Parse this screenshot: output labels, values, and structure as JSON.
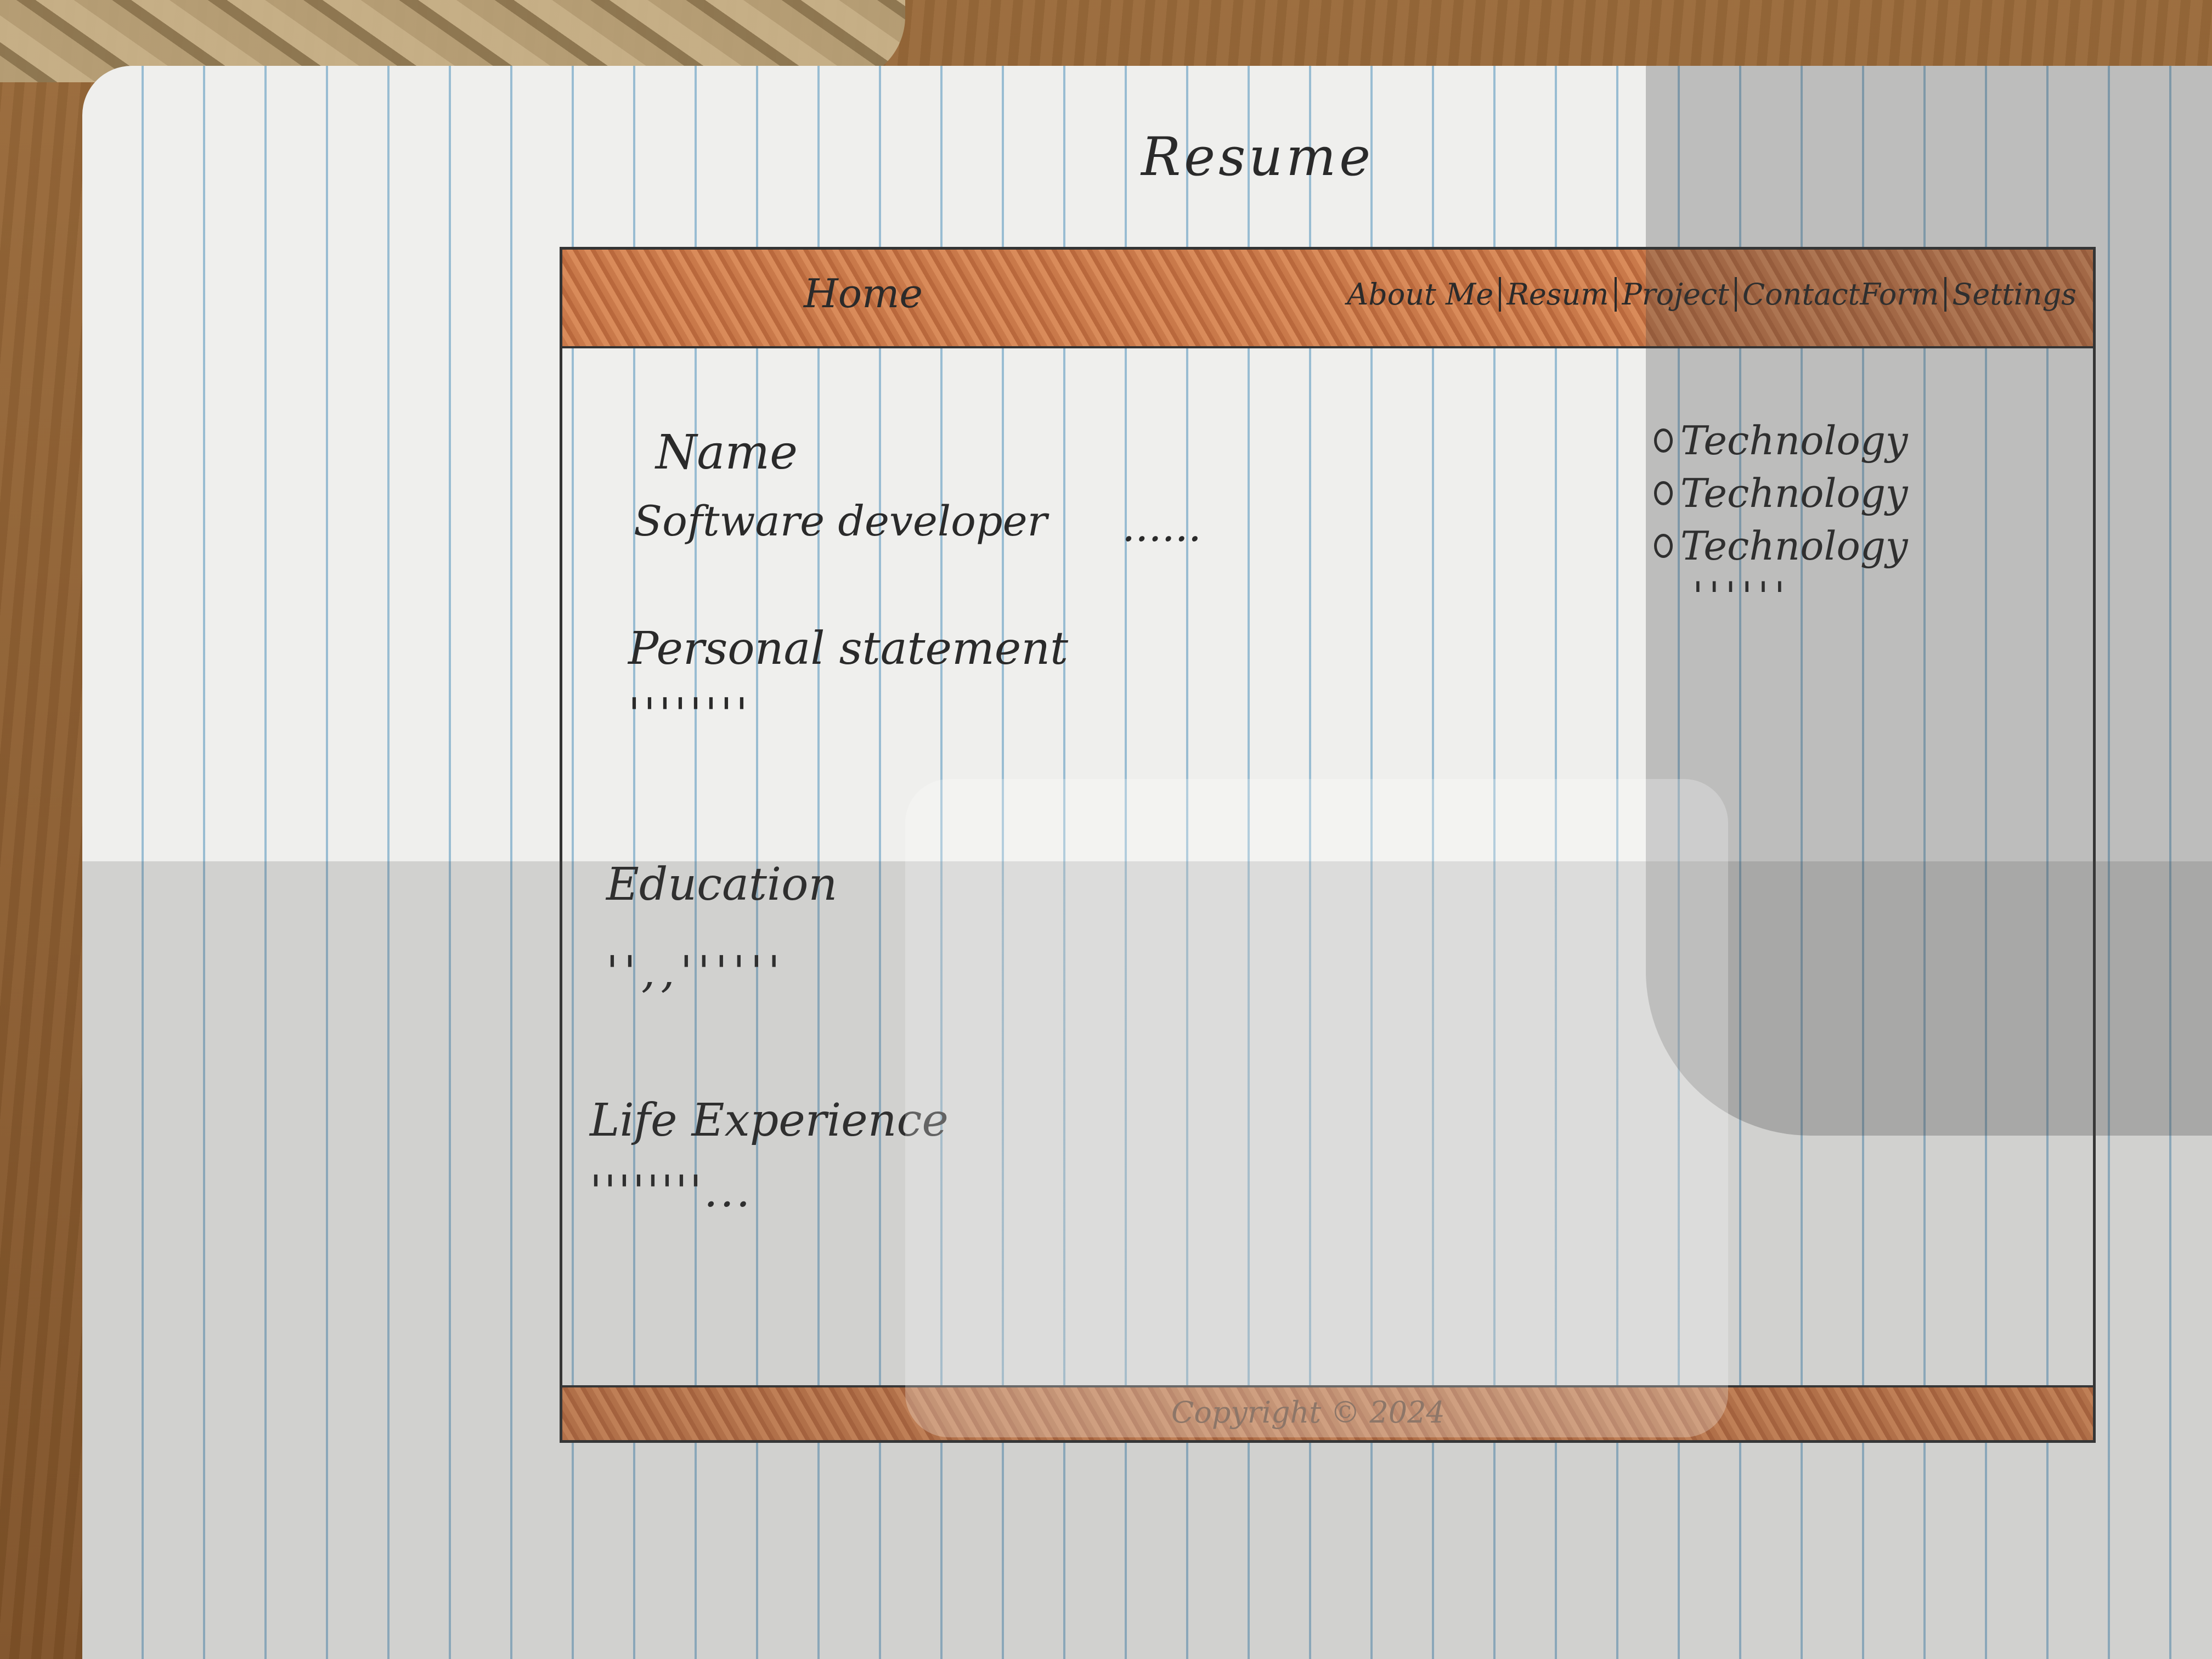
{
  "page": {
    "title": "Resume"
  },
  "nav": {
    "home": "Home",
    "links": [
      "About Me",
      "Resum",
      "Project",
      "ContactForm",
      "Settings"
    ]
  },
  "profile": {
    "name": "Name",
    "role": "Software developer",
    "role_continuation": "......"
  },
  "sections": {
    "personal_statement": {
      "heading": "Personal statement",
      "placeholder": "''''''''"
    },
    "education": {
      "heading": "Education",
      "placeholder": "'',,''''''"
    },
    "life_experience": {
      "heading": "Life Experience",
      "placeholder": "''''''''..."
    }
  },
  "technologies": {
    "items": [
      "Technology",
      "Technology",
      "Technology"
    ],
    "more": "''''''"
  },
  "footer": {
    "text": "Copyright ©  2024"
  },
  "colors": {
    "bar_fill": "#d0834f",
    "paper": "#efefed",
    "ink": "#2a2a2a"
  }
}
